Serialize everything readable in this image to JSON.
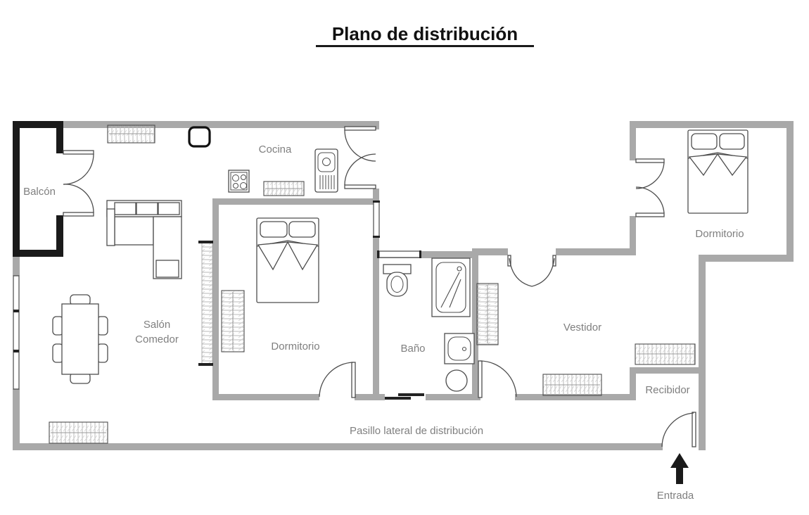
{
  "title": "Plano de distribución",
  "labels": {
    "balcony": "Balcón",
    "kitchen": "Cocina",
    "living_line1": "Salón",
    "living_line2": "Comedor",
    "bedroom1": "Dormitorio",
    "bathroom": "Baño",
    "dressing": "Vestidor",
    "bedroom2": "Dormitorio",
    "hall": "Recibidor",
    "corridor": "Pasillo lateral de distribución",
    "entrance": "Entrada"
  },
  "colors": {
    "wall": "#a9a9a9",
    "balcony_wall": "#1a1a1a",
    "line": "#4d4d4d",
    "label": "#7f7f7f",
    "title": "#111111",
    "hatch": "#b8b8b8"
  }
}
